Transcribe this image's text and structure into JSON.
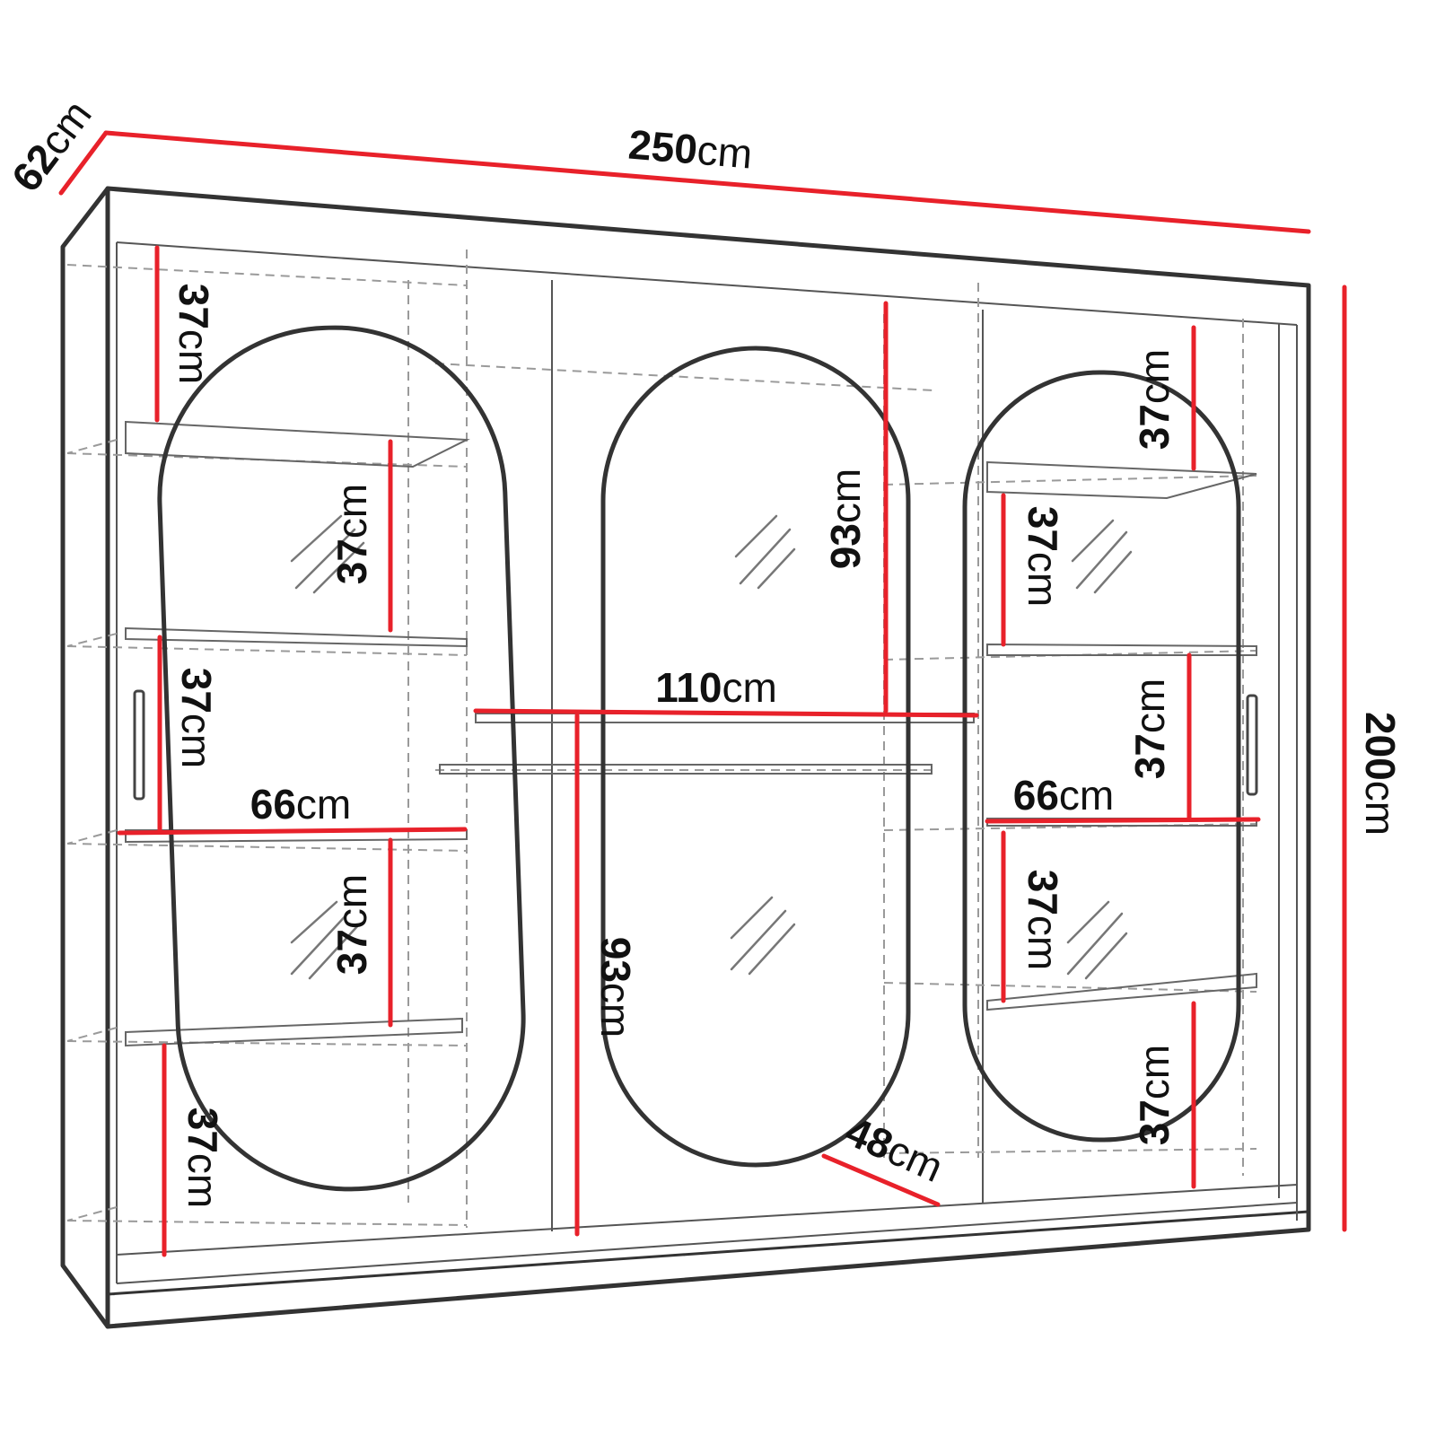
{
  "colors": {
    "outline": "#333333",
    "dashed": "#9a9a9a",
    "dimension": "#e8212a",
    "text": "#111111",
    "background": "#ffffff"
  },
  "dimensions": {
    "depth": {
      "value": "62",
      "unit": "cm"
    },
    "width": {
      "value": "250",
      "unit": "cm"
    },
    "height": {
      "value": "200",
      "unit": "cm"
    },
    "center_width": {
      "value": "110",
      "unit": "cm"
    },
    "center_upper_height": {
      "value": "93",
      "unit": "cm"
    },
    "center_lower_height": {
      "value": "93",
      "unit": "cm"
    },
    "left_shelf_width": {
      "value": "66",
      "unit": "cm"
    },
    "right_shelf_width": {
      "value": "66",
      "unit": "cm"
    },
    "inner_depth": {
      "value": "48",
      "unit": "cm"
    },
    "left_compartments": [
      {
        "value": "37",
        "unit": "cm"
      },
      {
        "value": "37",
        "unit": "cm"
      },
      {
        "value": "37",
        "unit": "cm"
      },
      {
        "value": "37",
        "unit": "cm"
      },
      {
        "value": "37",
        "unit": "cm"
      }
    ],
    "right_compartments": [
      {
        "value": "37",
        "unit": "cm"
      },
      {
        "value": "37",
        "unit": "cm"
      },
      {
        "value": "37",
        "unit": "cm"
      },
      {
        "value": "37",
        "unit": "cm"
      },
      {
        "value": "37",
        "unit": "cm"
      }
    ]
  }
}
